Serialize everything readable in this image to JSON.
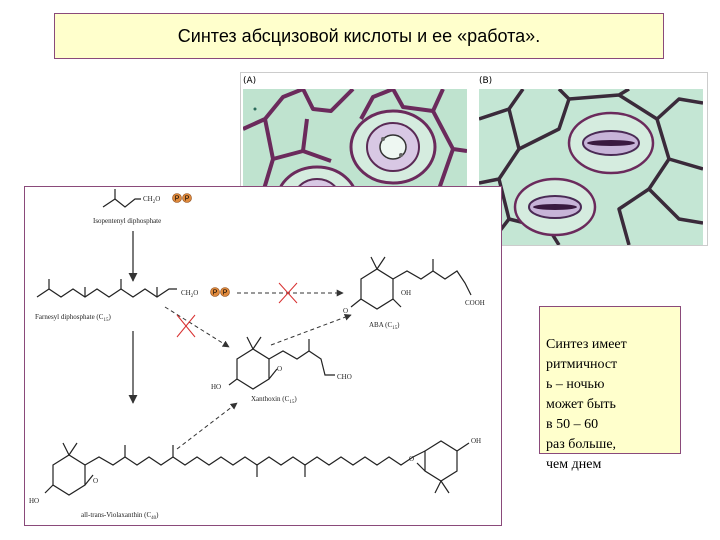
{
  "slide": {
    "title": "Синтез абсцизовой кислоты и ее «работа».",
    "note": "Синтез имеет\nритмичност\nь – ночью\nможет быть\nв 50 – 60\nраз больше,\nчем днем"
  },
  "micrographs": {
    "panel_a_label": "(A)",
    "panel_b_label": "(B)",
    "panel_a_state": "stomata open",
    "panel_b_state": "stomata closed",
    "colors": {
      "cell_fill": "#bfe3cf",
      "cell_wall": "#6b2a5c",
      "guard_cell": "#d8c8e4"
    }
  },
  "pathway": {
    "isopentenyl": "Isopentenyl diphosphate",
    "farnesyl": "Farnesyl diphosphate (C",
    "farnesyl_sub": "15",
    "aba": "ABA (C",
    "aba_sub": "15",
    "xanthoxin": "Xanthoxin (C",
    "xanthoxin_sub": "15",
    "violaxanthin": "all-trans-Violaxanthin (C",
    "violaxanthin_sub": "40",
    "ch2o": "CH",
    "ch2o_sub": "2",
    "ch2o_tail": "O",
    "phosphate": "P",
    "oh": "OH",
    "ho": "HO",
    "o": "O",
    "cooh": "COOH",
    "cho": "CHO",
    "closing": ")",
    "colors": {
      "phosphate": "#e08a3c",
      "block_mark": "#d83030",
      "arrow": "#333333"
    }
  }
}
